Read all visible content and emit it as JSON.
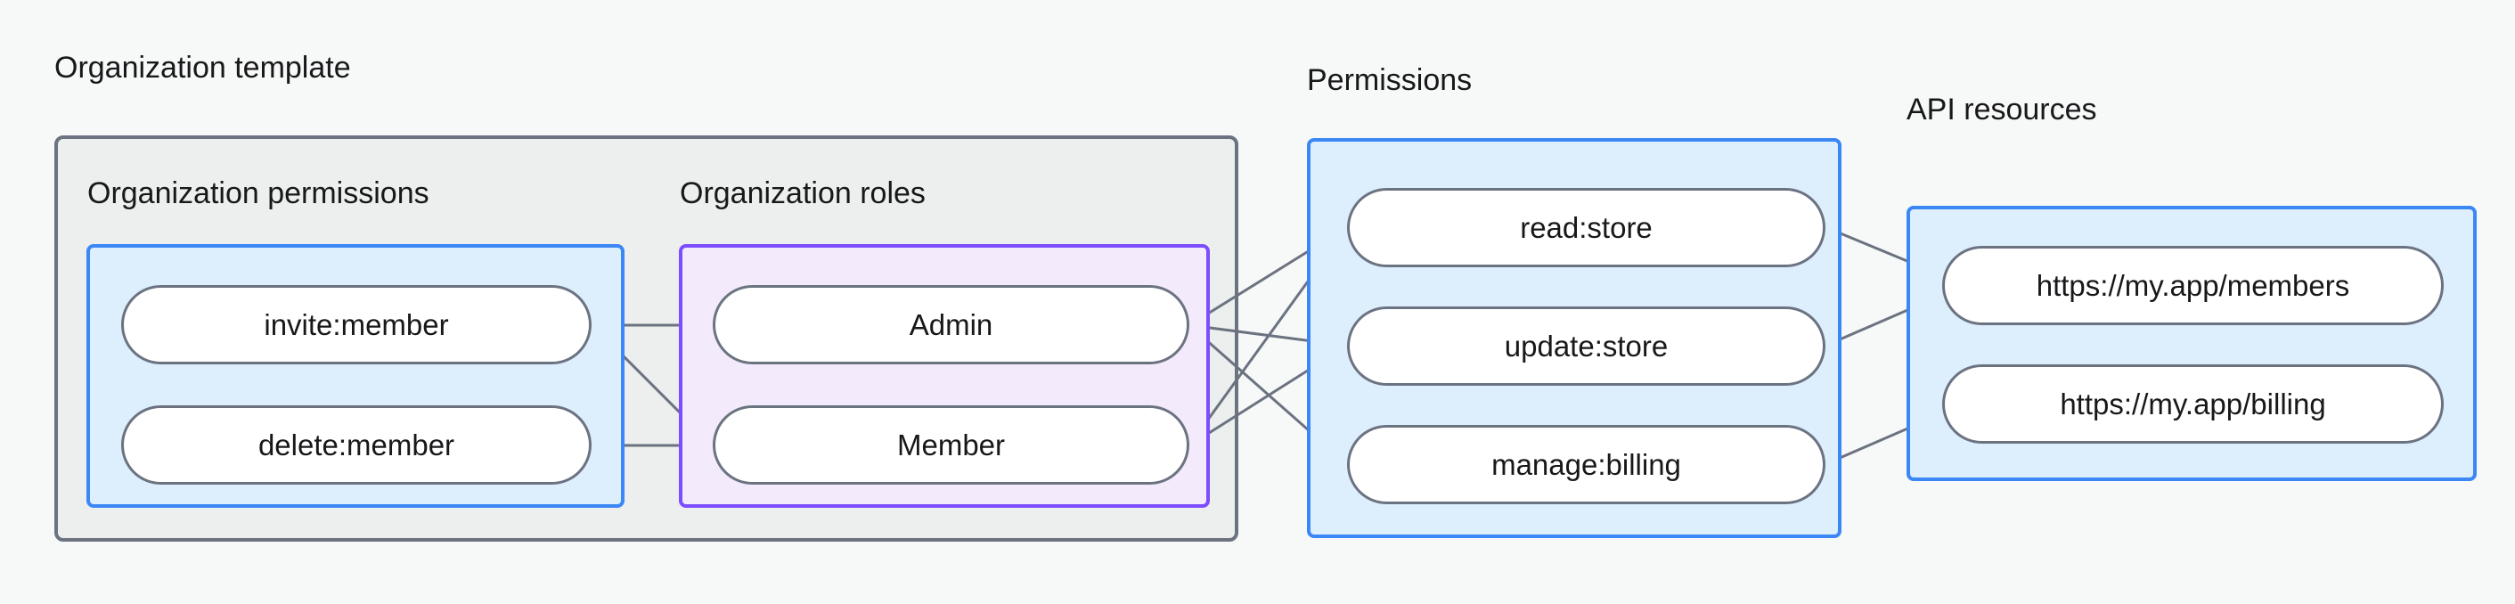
{
  "diagram": {
    "title_org_template": "Organization template",
    "title_permissions": "Permissions",
    "title_api_resources": "API resources",
    "subtitle_org_permissions": "Organization permissions",
    "subtitle_org_roles": "Organization roles",
    "colors": {
      "canvas_background": "#f7f8f8",
      "outer_group_fill": "#edefee",
      "outer_group_border": "#6b7280",
      "blue_group_fill": "#ddeefd",
      "blue_group_border": "#3b87f5",
      "purple_group_fill": "#f3eafc",
      "purple_group_border": "#7c4dff",
      "node_fill": "#ffffff",
      "node_border": "#6b7280",
      "edge_stroke": "#6b7280",
      "text": "#18181b"
    },
    "nodes": {
      "org_permissions": [
        {
          "id": "invite-member",
          "label": "invite:member"
        },
        {
          "id": "delete-member",
          "label": "delete:member"
        }
      ],
      "org_roles": [
        {
          "id": "admin",
          "label": "Admin"
        },
        {
          "id": "member",
          "label": "Member"
        }
      ],
      "permissions": [
        {
          "id": "read-store",
          "label": "read:store"
        },
        {
          "id": "update-store",
          "label": "update:store"
        },
        {
          "id": "manage-billing",
          "label": "manage:billing"
        }
      ],
      "api_resources": [
        {
          "id": "members-url",
          "label": "https://my.app/members"
        },
        {
          "id": "billing-url",
          "label": "https://my.app/billing"
        }
      ]
    },
    "edges": [
      {
        "from": "invite-member",
        "to": "admin"
      },
      {
        "from": "invite-member",
        "to": "member"
      },
      {
        "from": "delete-member",
        "to": "member"
      },
      {
        "from": "admin",
        "to": "read-store"
      },
      {
        "from": "admin",
        "to": "update-store"
      },
      {
        "from": "admin",
        "to": "manage-billing"
      },
      {
        "from": "member",
        "to": "read-store"
      },
      {
        "from": "member",
        "to": "update-store"
      },
      {
        "from": "read-store",
        "to": "members-url"
      },
      {
        "from": "update-store",
        "to": "members-url"
      },
      {
        "from": "manage-billing",
        "to": "billing-url"
      }
    ]
  }
}
